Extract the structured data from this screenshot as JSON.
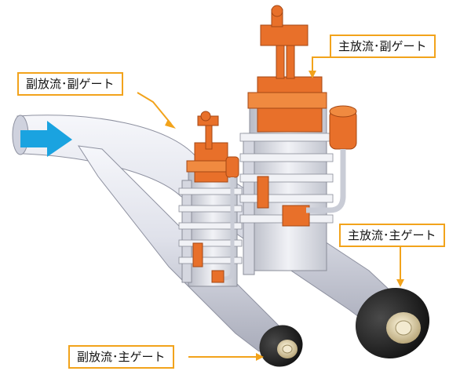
{
  "labels": {
    "aux_outlet_aux_gate": "副放流･副ゲート",
    "main_outlet_aux_gate": "主放流･副ゲート",
    "main_outlet_main_gate": "主放流･主ゲート",
    "aux_outlet_main_gate": "副放流･主ゲート"
  },
  "colors": {
    "gate_orange": "#e8702a",
    "pipe": "#d9dbe6",
    "steel": "#e4e6ee",
    "callout_border": "#f2a31b",
    "flow_arrow": "#1aa3e0",
    "valve_cap": "#1e1e1e",
    "valve_cone": "#d8c9a0"
  },
  "icons": {
    "flow_direction": "arrow-right-icon"
  }
}
